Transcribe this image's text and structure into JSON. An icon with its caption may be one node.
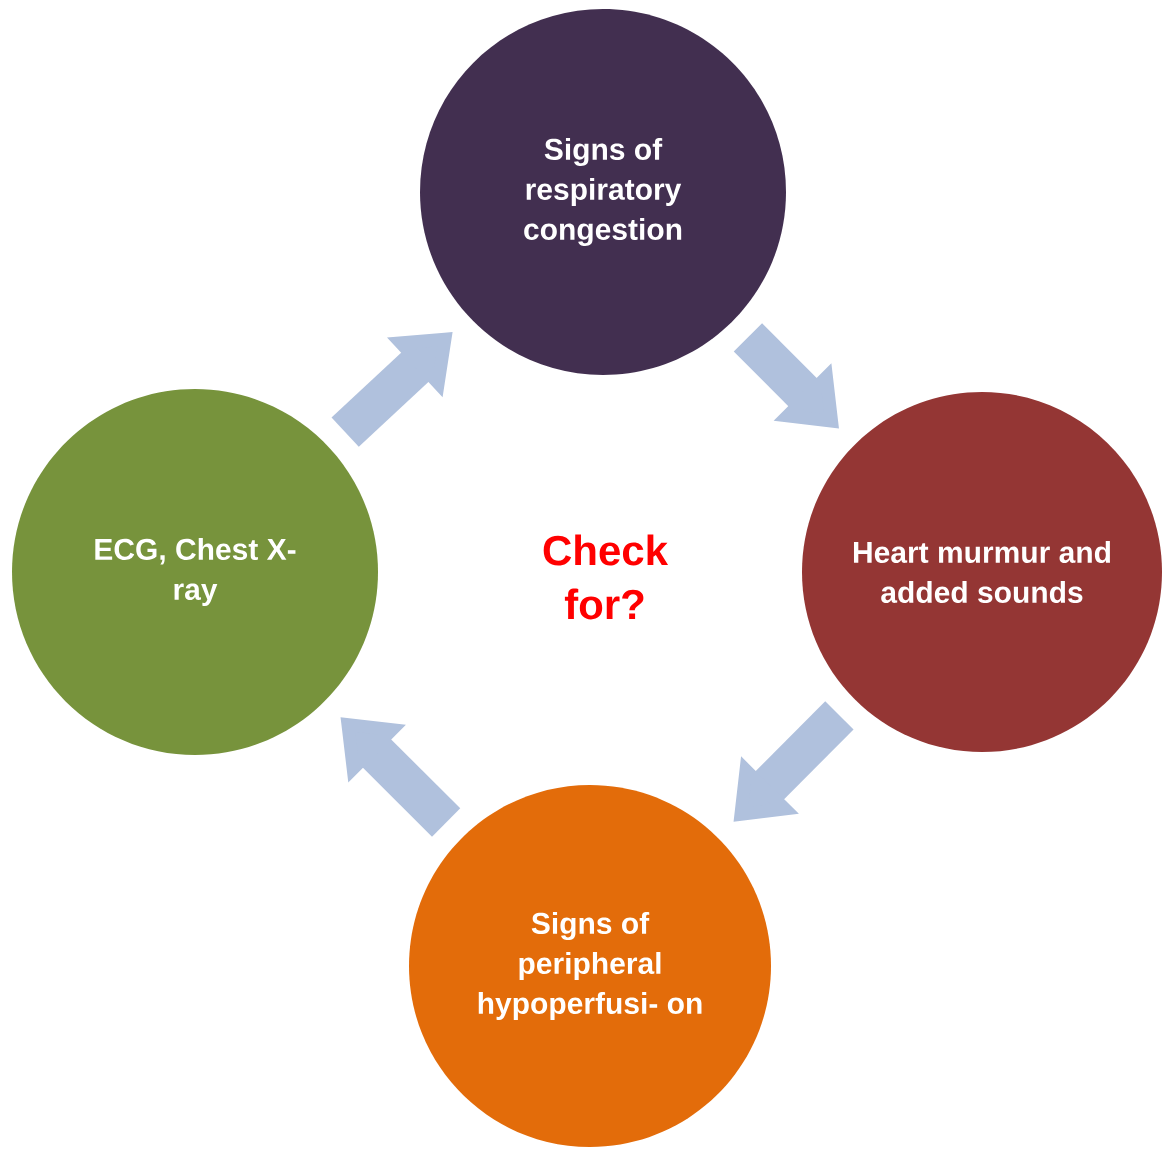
{
  "diagram": {
    "nodes": [
      {
        "text": [
          "Signs of respiratory congestion"
        ]
      },
      {
        "text": [
          "Heart murmur and added sounds"
        ]
      },
      {
        "text": [
          "Signs of peripheral hypoperfusi- on"
        ]
      },
      {
        "text": [
          "ECG, Chest X- ray"
        ]
      }
    ],
    "edges": [
      {
        "from": 0,
        "to": 1,
        "arrow": "to"
      },
      {
        "from": 1,
        "to": 2,
        "arrow": "to"
      },
      {
        "from": 2,
        "to": 3,
        "arrow": "to"
      },
      {
        "from": 3,
        "to": 0,
        "arrow": "to"
      }
    ],
    "labels": [
      "Check for?"
    ]
  }
}
